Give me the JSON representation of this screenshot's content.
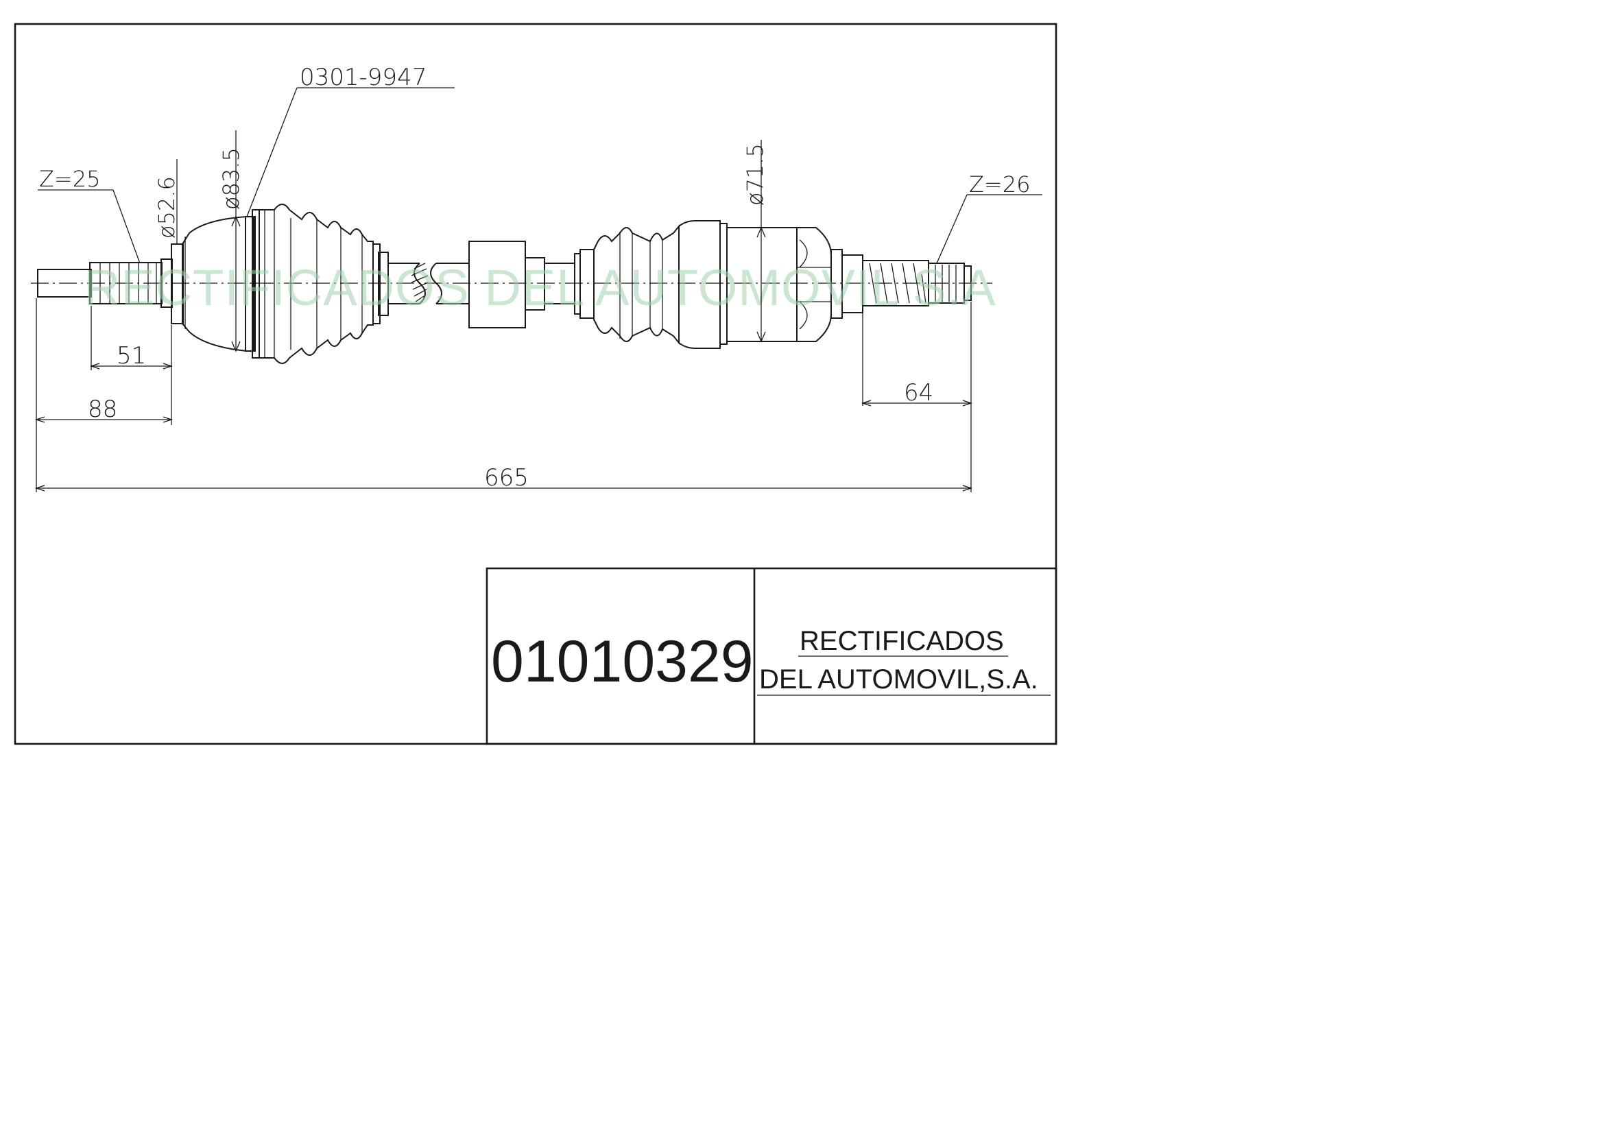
{
  "part_number": "0301-9947",
  "dimensions": {
    "spline_left": "Z=25",
    "spline_right": "Z=26",
    "diameter_left_shaft": "ø52.6",
    "diameter_left_joint": "ø83.5",
    "diameter_right_joint": "ø71.5",
    "length_51": "51",
    "length_88": "88",
    "length_64": "64",
    "length_total": "665"
  },
  "watermark": "RECTIFICADOS DEL AUTOMOVIL S.A",
  "title_block": {
    "code": "01010329",
    "company_line1": "RECTIFICADOS",
    "company_line2": "DEL AUTOMOVIL,S.A."
  }
}
